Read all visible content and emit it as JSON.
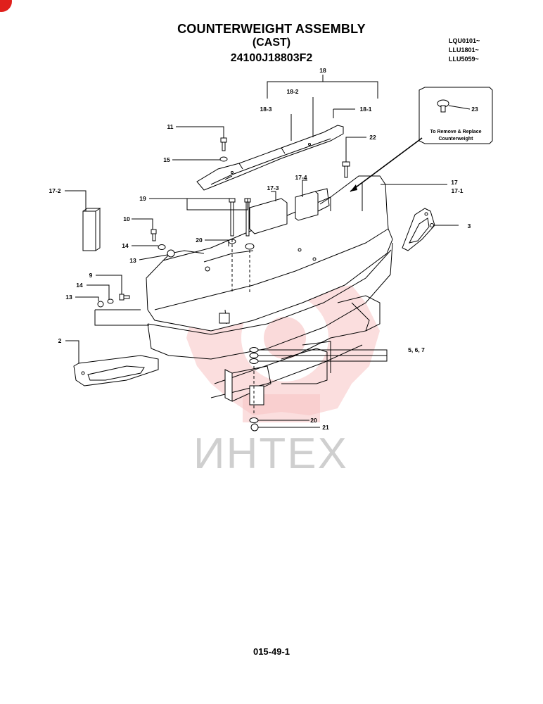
{
  "header": {
    "title": "COUNTERWEIGHT ASSEMBLY",
    "subtitle": "(CAST)",
    "part_number": "24100J18803F2",
    "serials": [
      "LQU0101~",
      "LLU1801~",
      "LLU5059~"
    ]
  },
  "callouts": {
    "c18": "18",
    "c18_1": "18-1",
    "c18_2": "18-2",
    "c18_3": "18-3",
    "c11": "11",
    "c15": "15",
    "c22": "22",
    "c23": "23",
    "c17": "17",
    "c17_1": "17-1",
    "c17_2": "17-2",
    "c17_3": "17-3",
    "c17_4": "17-4",
    "c19": "19",
    "c10": "10",
    "c14a": "14",
    "c13a": "13",
    "c20a": "20",
    "c3": "3",
    "c9": "9",
    "c14b": "14",
    "c13b": "13",
    "c2": "2",
    "c567": "5, 6, 7",
    "c20b": "20",
    "c21": "21"
  },
  "inset": {
    "line1": "To Remove & Replace",
    "line2": "Counterweight"
  },
  "watermark": {
    "text": "ИНТЕХ",
    "logo_color": "#f6b8b8",
    "text_color": "#cfcfcf"
  },
  "footer": {
    "page": "015-49-1"
  },
  "colors": {
    "accent_corner": "#e0201c"
  }
}
